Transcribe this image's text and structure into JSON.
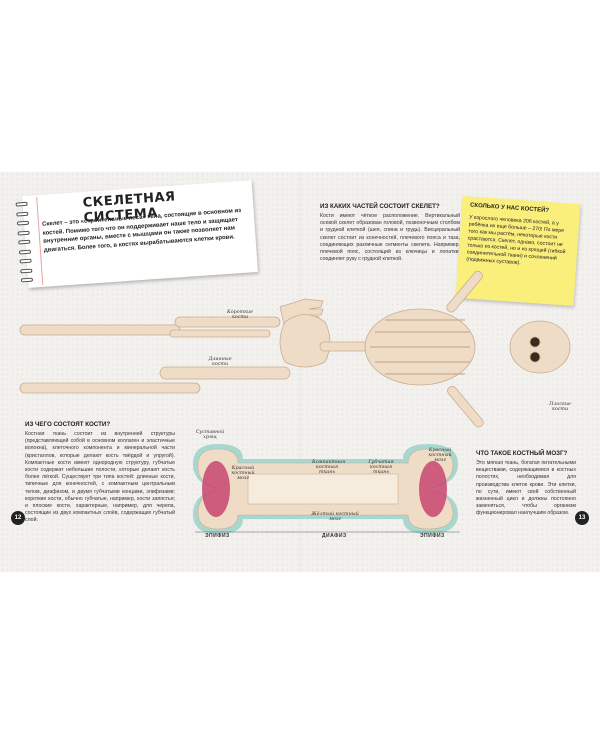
{
  "notebook": {
    "title": "СКЕЛЕТНАЯ СИСТЕМА",
    "text": "Скелет – это «строительные леса» тела, состоящие в основном из костей. Помимо того что он поддерживает наше тело и защищает внутренние органы, вместе с мышцами он также позволяет нам двигаться. Более того, в костях вырабатываются клетки крови."
  },
  "parts": {
    "title": "ИЗ КАКИХ ЧАСТЕЙ СОСТОИТ СКЕЛЕТ?",
    "text": "Кости имеют чёткое расположение. Вертикальный осевой скелет образован головой, позвоночным столбом и грудной клеткой (шея, спина и грудь). Висцеральный скелет состоит из конечностей, плечевого пояса и таза, соединяющих различные сегменты скелета. Например, плечевой пояс, состоящий из ключицы и лопатки, соединяет руку с грудной клеткой."
  },
  "count": {
    "title": "СКОЛЬКО У НАС КОСТЕЙ?",
    "text": "У взрослого человека 206 костей, а у ребёнка их еще больше – 270! По мере того как мы растём, некоторые кости срастаются. Скелет, однако, состоит не только из костей, но и из хрящей (гибкой соединительной ткани) и сочленений (подвижных суставов)."
  },
  "consist": {
    "title": "ИЗ ЧЕГО СОСТОЯТ КОСТИ?",
    "text": "Костная ткань состоит из внутренней структуры (представляющей собой в основном коллаген и эластичные волокна), клеточного компонента и минеральной части (кристаллов, которые делают кость твёрдой и упругой). Компактные кости имеют однородную структуру, губчатые кости содержат небольшие полости, которые делают кость более лёгкой. Существует три типа костей: длинные кости, типичные для конечностей, с компактным центральным телом, диафизом, и двумя губчатыми концами, эпифизами; короткие кости, обычно губчатые, например, кости запястья; и плоские кости, характерные, например, для черепа, состоящие из двух компактных слоёв, содержащих губчатый слой."
  },
  "marrow": {
    "title": "ЧТО ТАКОЕ КОСТНЫЙ МОЗГ?",
    "text": "Это мягкая ткань, богатая питательными веществами, содержащимися в костных полостях, необходимая для производства клеток крови. Эти клетки, по сути, имеют свой собственный жизненный цикл и должны постоянно заменяться, чтобы организм функционировал наилучшим образом."
  },
  "labels": {
    "short_bones": "Короткие кости",
    "long_bones": "Длинные кости",
    "flat_bones": "Плоские кости",
    "cartilage": "Суставной хрящ",
    "red_marrow": "Красный костный мозг",
    "compact": "Компактная костная ткань",
    "spongy": "Губчатая костная ткань",
    "red_marrow2": "Красный костный мозг",
    "yellow_marrow": "Жёлтый костный мозг"
  },
  "axis": {
    "epiphysis_left": "ЭПИФИЗ",
    "diaphysis": "ДИАФИЗ",
    "epiphysis_right": "ЭПИФИЗ"
  },
  "pages": {
    "left": "12",
    "right": "13"
  },
  "colors": {
    "bone": "#efdcc7",
    "bone_shade": "#d9bfa2",
    "marrow_red": "#c8456f",
    "cartilage": "#a8d7cf",
    "note": "#fbef7b"
  }
}
